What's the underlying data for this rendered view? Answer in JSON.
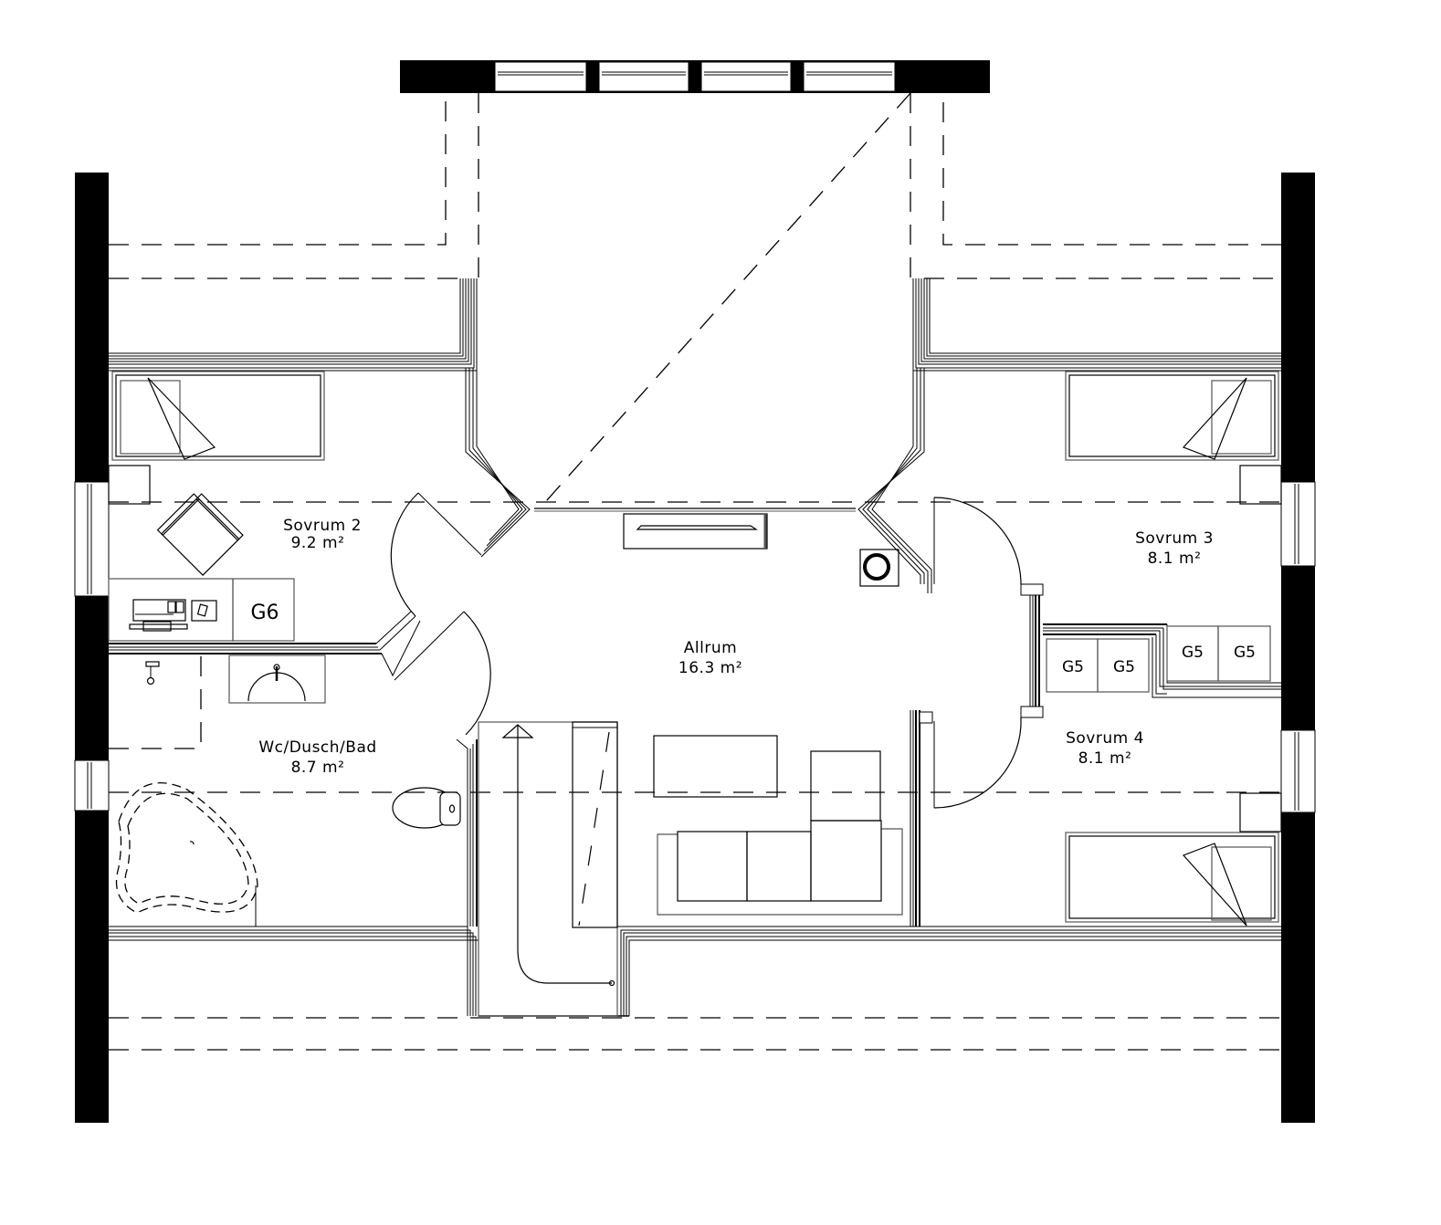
{
  "plan": {
    "type": "floor-plan",
    "level": "upper floor / attic",
    "colors": {
      "line": "#000000",
      "background": "#ffffff",
      "wall_fill": "#000000"
    }
  },
  "rooms": [
    {
      "id": "sovrum2",
      "name": "Sovrum 2",
      "area": "9.2 m²"
    },
    {
      "id": "allrum",
      "name": "Allrum",
      "area": "16.3 m²"
    },
    {
      "id": "sovrum3",
      "name": "Sovrum 3",
      "area": "8.1 m²"
    },
    {
      "id": "sovrum4",
      "name": "Sovrum 4",
      "area": "8.1 m²"
    },
    {
      "id": "wc",
      "name": "Wc/Dusch/Bad",
      "area": "8.7 m²"
    }
  ],
  "wardrobes": [
    {
      "id": "g6",
      "label": "G6"
    },
    {
      "id": "g5a",
      "label": "G5"
    },
    {
      "id": "g5b",
      "label": "G5"
    },
    {
      "id": "g5c",
      "label": "G5"
    },
    {
      "id": "g5d",
      "label": "G5"
    }
  ],
  "fixtures": [
    "bed-sovrum2",
    "bed-sovrum3",
    "bed-sovrum4",
    "armchair",
    "desk-with-computer",
    "tv-bench",
    "stove",
    "coffee-table",
    "sofa",
    "stairs",
    "washbasin",
    "toilet",
    "corner-bathtub",
    "shower"
  ]
}
